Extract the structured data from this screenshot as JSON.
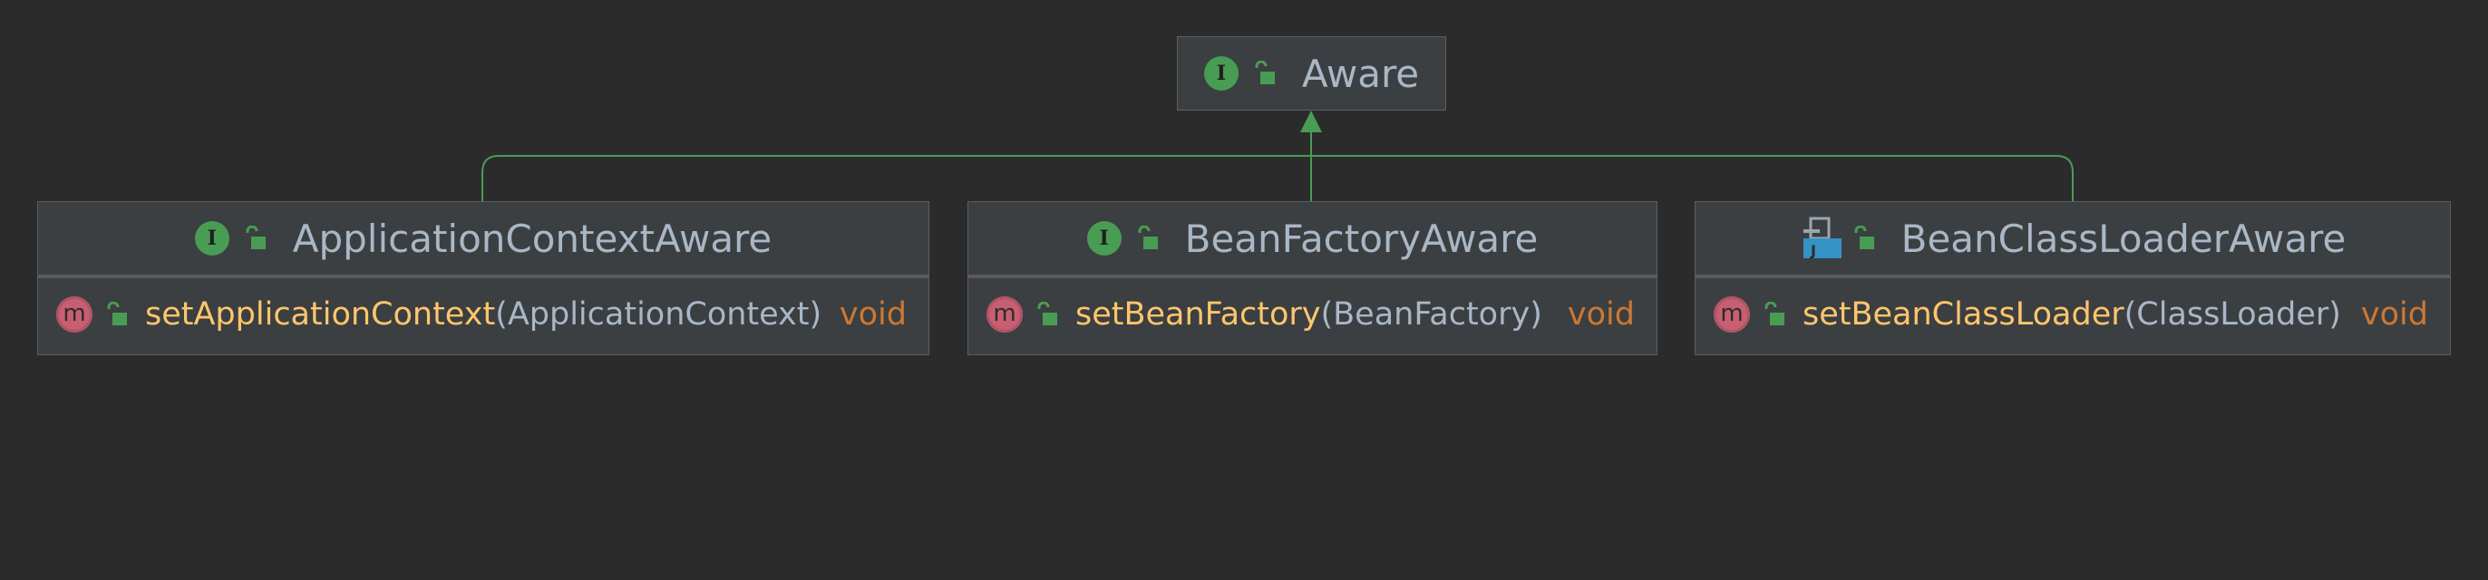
{
  "diagram": {
    "root": {
      "title": "Aware",
      "kind_icon": "interface-icon",
      "kind_letter": "I",
      "visibility_icon": "public-lock-icon"
    },
    "children": [
      {
        "title": "ApplicationContextAware",
        "kind_icon": "interface-icon",
        "kind_letter": "I",
        "visibility_icon": "public-lock-icon",
        "method": {
          "icon": "method-icon",
          "icon_letter": "m",
          "name": "setApplicationContext",
          "params": "(ApplicationContext)",
          "return_type": "void"
        }
      },
      {
        "title": "BeanFactoryAware",
        "kind_icon": "interface-icon",
        "kind_letter": "I",
        "visibility_icon": "public-lock-icon",
        "method": {
          "icon": "method-icon",
          "icon_letter": "m",
          "name": "setBeanFactory",
          "params": "(BeanFactory)",
          "return_type": "void"
        }
      },
      {
        "title": "BeanClassLoaderAware",
        "kind_icon": "java-file-icon",
        "visibility_icon": "public-lock-icon",
        "method": {
          "icon": "method-icon",
          "icon_letter": "m",
          "name": "setBeanClassLoader",
          "params": "(ClassLoader)",
          "return_type": "void"
        }
      }
    ],
    "colors": {
      "background": "#2b2b2b",
      "node_fill": "#3c3f41",
      "edge": "#499c54",
      "interface_icon": "#499c54",
      "method_icon": "#c75f72",
      "method_name": "#ffc66d",
      "return_type": "#cc7832",
      "text": "#a9b7c6"
    }
  }
}
